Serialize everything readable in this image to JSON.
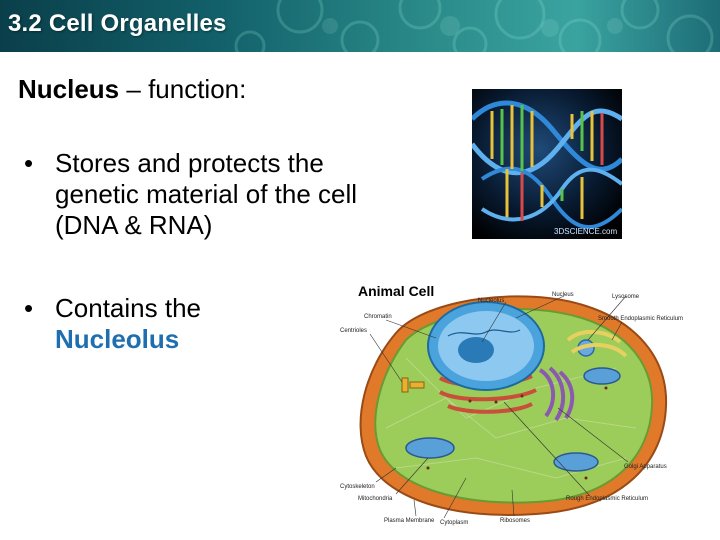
{
  "header": {
    "title": "3.2 Cell Organelles"
  },
  "heading": {
    "term": "Nucleus",
    "rest": " – function:"
  },
  "bullets": {
    "bullet_symbol": "•",
    "first": "Stores and protects the genetic material of the cell (DNA & RNA)",
    "second_prefix": "Contains the ",
    "second_highlight": "Nucleolus"
  },
  "dna_image": {
    "watermark": "3DSCIENCE.com"
  },
  "cell_diagram": {
    "title": "Animal Cell",
    "labels": {
      "nucleolus": "Nucleolus",
      "nucleus": "Nucleus",
      "lysosome": "Lysosome",
      "chromatin": "Chromatin",
      "smooth_er": "Smooth Endoplasmic Reticulum",
      "centrioles": "Centrioles",
      "golgi": "Golgi Apparatus",
      "cytoskeleton": "Cytoskeleton",
      "mitochondria": "Mitochondria",
      "rough_er": "Rough Endoplasmic Reticulum",
      "plasma_membrane": "Plasma Membrane",
      "cytoplasm": "Cytoplasm",
      "ribosomes": "Ribosomes"
    }
  },
  "colors": {
    "highlight": "#1f6fb0",
    "header_text": "#ffffff",
    "cytoplasm": "#9ccc5a",
    "membrane": "#e07a2a",
    "nucleus": "#4aa3dc"
  }
}
